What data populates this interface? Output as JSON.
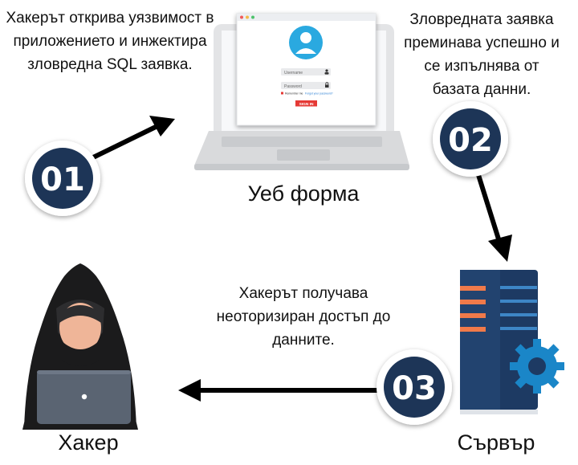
{
  "steps": [
    {
      "number": "01",
      "text": "Хакерът открива уязвимост в приложението и инжектира зловредна SQL заявка."
    },
    {
      "number": "02",
      "text": "Зловредната заявка преминава успешно и се изпълнява от базата данни."
    },
    {
      "number": "03",
      "text": "Хакерът получава неоторизиран достъп до данните."
    }
  ],
  "labels": {
    "web_form": "Уеб форма",
    "server": "Сървър",
    "hacker": "Хакер"
  },
  "login_form": {
    "username_placeholder": "Username",
    "password_placeholder": "Password",
    "remember_me": "Remember me",
    "forgot_password": "Forgot your password?",
    "sign_in": "SIGN IN"
  },
  "colors": {
    "badge_fill": "#1d3557",
    "server_body": "#1d3a63",
    "server_bar": "#f07a4a",
    "gear": "#1a86c8",
    "sign_in": "#e53935",
    "laptop_shell": "#d9dadc"
  },
  "icons": [
    "user-icon",
    "gear-icon",
    "person-field-icon",
    "lock-field-icon"
  ]
}
